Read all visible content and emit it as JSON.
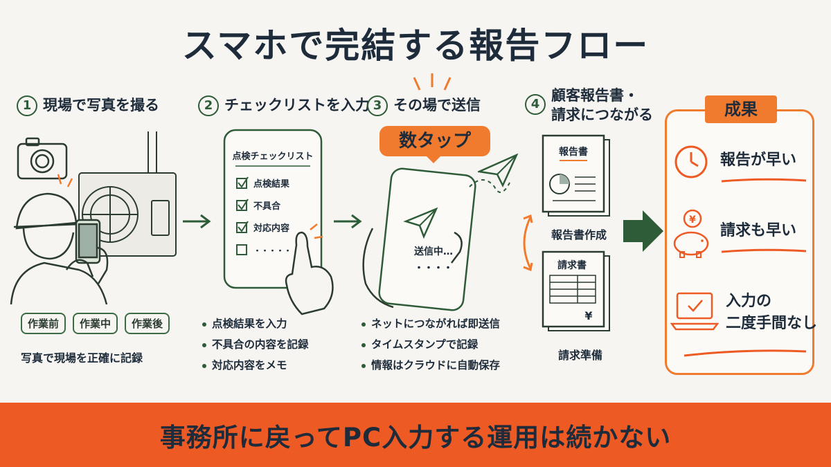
{
  "title": "スマホで完結する報告フロー",
  "steps": [
    {
      "num": "1",
      "label": "現場で写真を撮る"
    },
    {
      "num": "2",
      "label": "チェックリストを入力"
    },
    {
      "num": "3",
      "label": "その場で送信"
    },
    {
      "num": "4",
      "label_line1": "顧客報告書・",
      "label_line2": "請求につながる"
    }
  ],
  "step1": {
    "tags": [
      "作業前",
      "作業中",
      "作業後"
    ],
    "caption": "写真で現場を正確に記録"
  },
  "step2": {
    "phone_title": "点検チェックリスト",
    "check_items": [
      "点検結果",
      "不具合",
      "対応内容",
      "・・・・・"
    ],
    "bullets": [
      "点検結果を入力",
      "不具合の内容を記録",
      "対応内容をメモ"
    ]
  },
  "step3": {
    "badge": "数タップ",
    "phone_status": "送信中…",
    "phone_dots": "・・・・",
    "bullets": [
      "ネットにつながれば即送信",
      "タイムスタンプで記録",
      "情報はクラウドに自動保存"
    ]
  },
  "step4": {
    "report_doc_title": "報告書",
    "report_caption": "報告書作成",
    "invoice_doc_title": "請求書",
    "invoice_yen": "¥",
    "invoice_caption": "請求準備"
  },
  "results": {
    "tag": "成果",
    "items": [
      {
        "icon": "clock-icon",
        "text": "報告が早い"
      },
      {
        "icon": "piggy-bank-icon",
        "text": "請求も早い",
        "coin": "¥"
      },
      {
        "icon": "laptop-icon",
        "text_line1": "入力の",
        "text_line2": "二度手間なし"
      }
    ]
  },
  "bottom_message": "事務所に戻ってPC入力する運用は続かない",
  "colors": {
    "accent": "#f07a2e",
    "band": "#ee5a24",
    "green": "#2e5b38",
    "navy": "#1d2b3a"
  }
}
